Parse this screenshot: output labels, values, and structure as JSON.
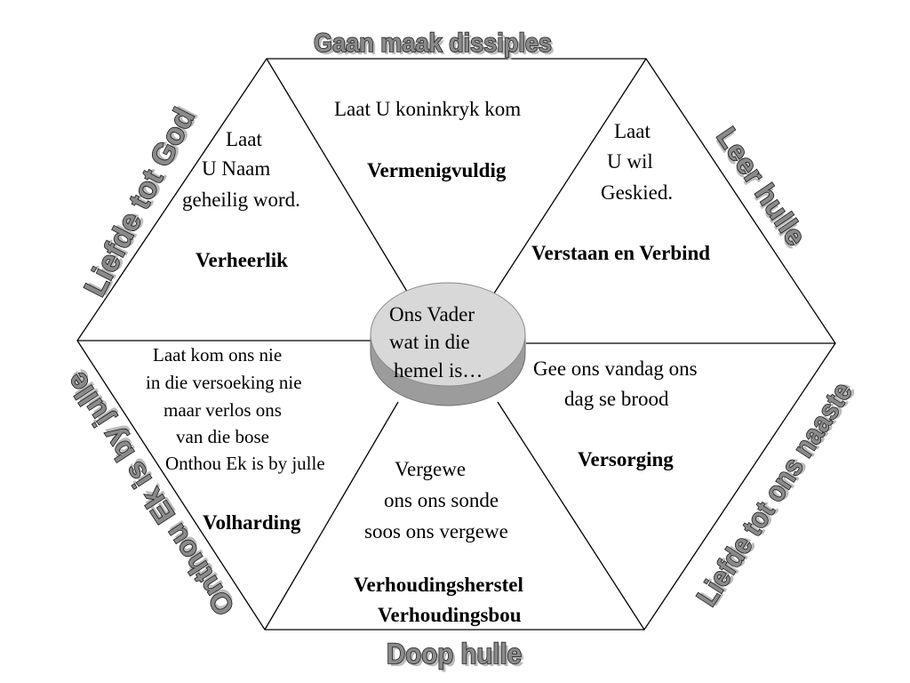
{
  "hexagon": {
    "top": {
      "prayer": "Laat U koninkryk kom",
      "keyword": "Vermenigvuldig"
    },
    "top_left": {
      "prayer": [
        "Laat",
        "U Naam",
        "geheilig word."
      ],
      "keyword": "Verheerlik"
    },
    "top_right": {
      "prayer": [
        "Laat",
        "U wil",
        "Geskied."
      ],
      "keyword": "Verstaan en Verbind"
    },
    "bottom_right": {
      "prayer": [
        "Gee ons  vandag ons",
        "dag se brood"
      ],
      "keyword": "Versorging"
    },
    "bottom": {
      "prayer": [
        "Vergewe",
        "ons ons sonde",
        "soos ons  vergewe"
      ],
      "keyword": [
        "Verhoudingsherstel",
        "Verhoudingsbou"
      ]
    },
    "bottom_left": {
      "prayer": [
        "Laat kom ons nie",
        "in die versoeking nie",
        "maar verlos ons",
        "van die bose",
        "Onthou Ek is by julle"
      ],
      "keyword": "Volharding"
    }
  },
  "center": {
    "text": [
      "Ons Vader",
      "wat in die",
      "hemel is…"
    ]
  },
  "edges": {
    "top": "Gaan maak dissiples",
    "upper_left": "Liefde tot God",
    "upper_right": "Leer hulle",
    "lower_left": "Onthou Ek is by julle",
    "lower_right": "Liefde tot ons naaste",
    "bottom": "Doop hulle"
  },
  "colors": {
    "line": "#000000",
    "center_top": "#d6d6d6",
    "center_side": "#9c9c9c",
    "edge_fill": "#8a8a8a"
  }
}
